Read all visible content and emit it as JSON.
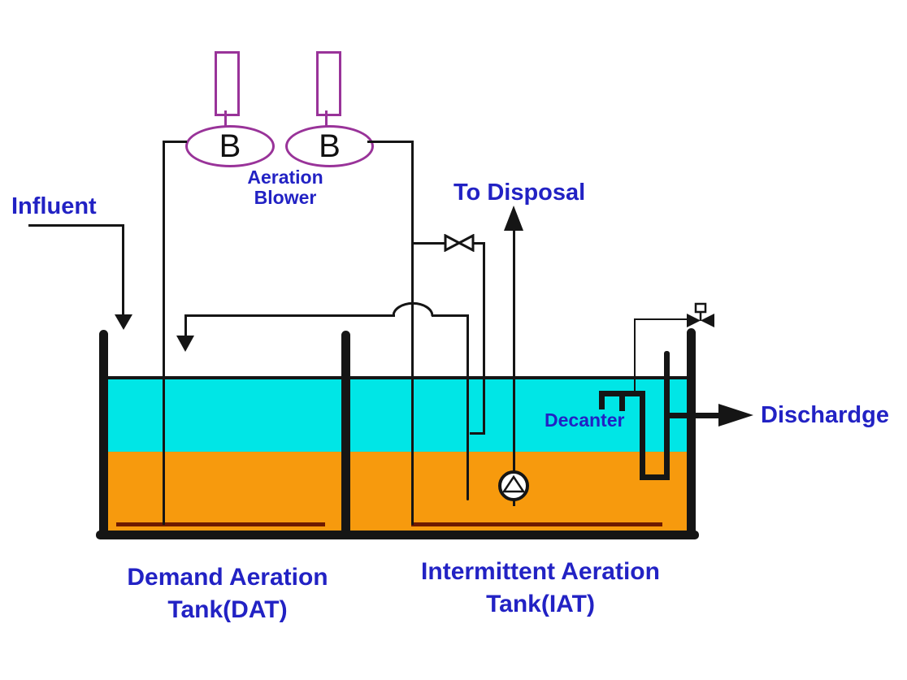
{
  "diagram": {
    "title": "Demand Aeration Tank / Intermittent Aeration Tank process schematic",
    "colors": {
      "label_blue": "#2222C4",
      "blower_purple": "#993399",
      "supernatant_cyan": "#00E6E6",
      "sludge_orange": "#F79A0D",
      "diffuser_maroon": "#6E1A00",
      "line_black": "#151515"
    },
    "blowers": {
      "left_label": "B",
      "right_label": "B",
      "caption": [
        "Aeration",
        "Blower"
      ]
    },
    "streams": {
      "influent": "Influent",
      "to_disposal": "To Disposal",
      "discharge": "Dischardge"
    },
    "equipment": {
      "decanter": "Decanter",
      "pump": "pump-symbol",
      "branch_valve": "gate-valve-symbol",
      "decanter_valve": "actuated-valve-symbol"
    },
    "tanks": {
      "dat": [
        "Demand Aeration",
        "Tank(DAT)"
      ],
      "iat": [
        "Intermittent Aeration",
        "Tank(IAT)"
      ]
    }
  }
}
